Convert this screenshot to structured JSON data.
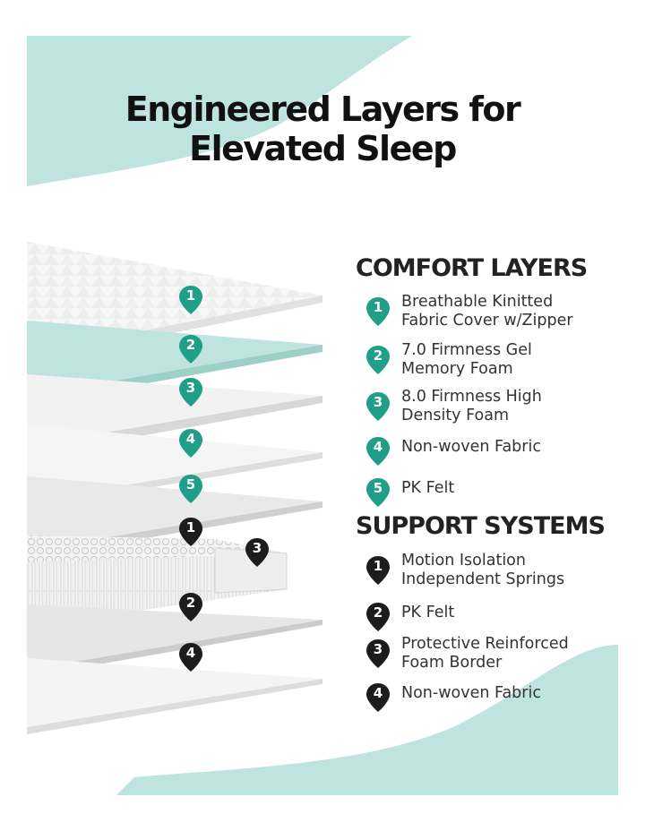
{
  "title": {
    "line1": "Engineered Layers for",
    "line2": "Elevated Sleep"
  },
  "colors": {
    "accent": "#1f9e88",
    "mint": "#bfe4df",
    "dark": "#1c1c1c"
  },
  "comfort": {
    "heading": "COMFORT LAYERS",
    "items": [
      {
        "num": "1",
        "line1": "Breathable Kinitted",
        "line2": "Fabric Cover w/Zipper"
      },
      {
        "num": "2",
        "line1": "7.0 Firmness Gel",
        "line2": "Memory Foam"
      },
      {
        "num": "3",
        "line1": "8.0 Firmness High",
        "line2": "Density Foam"
      },
      {
        "num": "4",
        "line1": "Non-woven Fabric",
        "line2": ""
      },
      {
        "num": "5",
        "line1": "PK Felt",
        "line2": ""
      }
    ]
  },
  "support": {
    "heading": "SUPPORT SYSTEMS",
    "items": [
      {
        "num": "1",
        "line1": "Motion Isolation",
        "line2": "Independent Springs"
      },
      {
        "num": "2",
        "line1": "PK Felt",
        "line2": ""
      },
      {
        "num": "3",
        "line1": "Protective Reinforced",
        "line2": "Foam Border"
      },
      {
        "num": "4",
        "line1": "Non-woven Fabric",
        "line2": ""
      }
    ]
  },
  "layer_pins": {
    "comfort": [
      "1",
      "2",
      "3",
      "4",
      "5"
    ],
    "support": [
      "1",
      "3",
      "2",
      "4"
    ]
  }
}
